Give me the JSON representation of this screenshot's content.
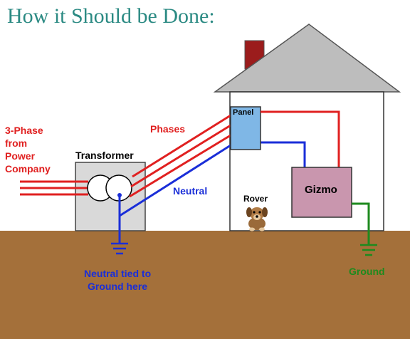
{
  "title": "How it Should be Done:",
  "labels": {
    "source": [
      "3-Phase",
      "from",
      "Power",
      "Company"
    ],
    "transformer": "Transformer",
    "phases": "Phases",
    "neutral": "Neutral",
    "panel": "Panel",
    "rover": "Rover",
    "gizmo": "Gizmo",
    "ground": "Ground",
    "neutral_tied": [
      "Neutral tied to",
      "Ground here"
    ]
  },
  "colors": {
    "title": "#2b8a83",
    "phase_wire": "#e02020",
    "neutral_wire": "#1a2ed8",
    "ground_wire": "#1e8a1e",
    "earth": "#a4703a",
    "panel": "#7fb7e6",
    "gizmo": "#c996ae",
    "roof": "#bdbdbd",
    "chimney": "#9b1c1c",
    "transformer": "#d9d9d9"
  },
  "icons": [
    "transformer-symbol-icon",
    "ground-symbol-icon",
    "dog-icon"
  ]
}
